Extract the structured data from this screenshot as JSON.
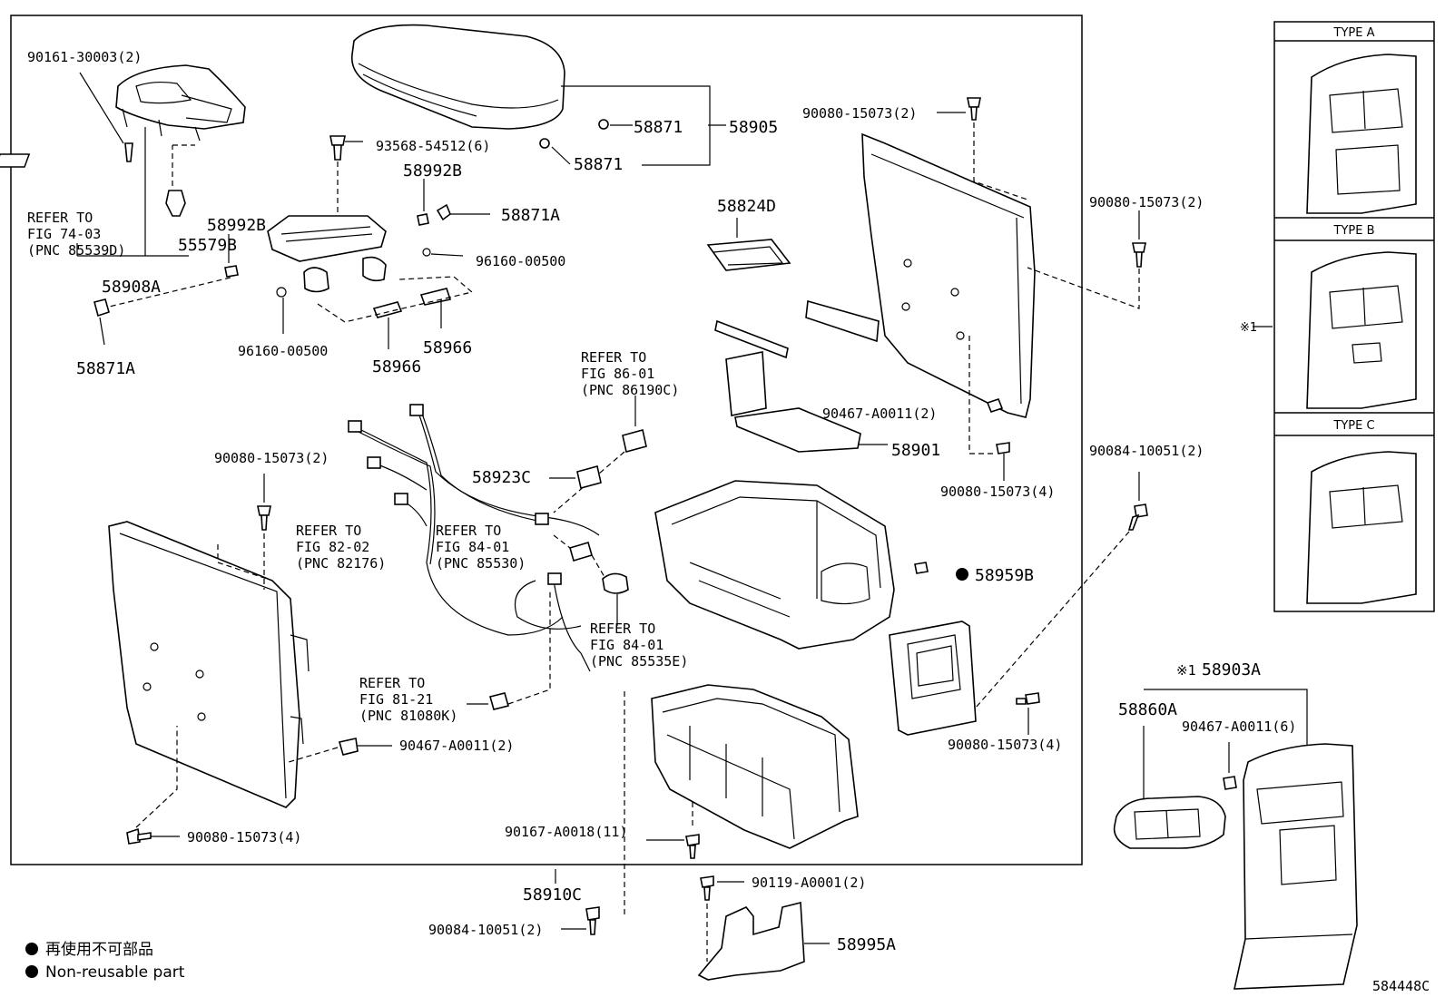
{
  "diagram_id": "584448C",
  "legend": {
    "jp_text": "再使用不可部品",
    "en_text": "Non-reusable part"
  },
  "variants_panel": {
    "types": [
      "TYPE A",
      "TYPE B",
      "TYPE C"
    ],
    "note_mark": "※1"
  },
  "callouts": {
    "c1": "90161-30003(2)",
    "c2": "REFER TO",
    "c3": "FIG 74-03",
    "c4": "(PNC 85539D)",
    "c5": "55579B",
    "c6": "58908A",
    "c7": "58871A",
    "c8": "93568-54512(6)",
    "c9": "58992B",
    "c10": "58992B",
    "c11": "58871A",
    "c12": "96160-00500",
    "c13": "96160-00500",
    "c14": "58966",
    "c15": "58966",
    "c16": "58871",
    "c17": "58871",
    "c18": "58905",
    "c19": "58824D",
    "c20": "90080-15073(2)",
    "c21": "90080-15073(2)",
    "c22": "90467-A0011(2)",
    "c23": "58901",
    "c24": "90080-15073(4)",
    "c25": "REFER TO",
    "c26": "FIG 86-01",
    "c27": "(PNC 86190C)",
    "c28": "58923C",
    "c29": "90080-15073(2)",
    "c30": "REFER TO",
    "c31": "FIG 82-02",
    "c32": "(PNC 82176)",
    "c33": "REFER TO",
    "c34": "FIG 84-01",
    "c35": "(PNC 85530)",
    "c36": "REFER TO",
    "c37": "FIG 84-01",
    "c38": "(PNC 85535E)",
    "c39": "58959B",
    "c40": "90084-10051(2)",
    "c41": "REFER TO",
    "c42": "FIG 81-21",
    "c43": "(PNC 81080K)",
    "c44": "90467-A0011(2)",
    "c45": "90080-15073(4)",
    "c46": "90080-15073(4)",
    "c47": "90167-A0018(11)",
    "c48": "58910C",
    "c49": "90119-A0001(2)",
    "c50": "90084-10051(2)",
    "c51": "58995A",
    "c52": "※1",
    "c53": "58903A",
    "c54": "58860A",
    "c55": "90467-A0011(6)"
  }
}
